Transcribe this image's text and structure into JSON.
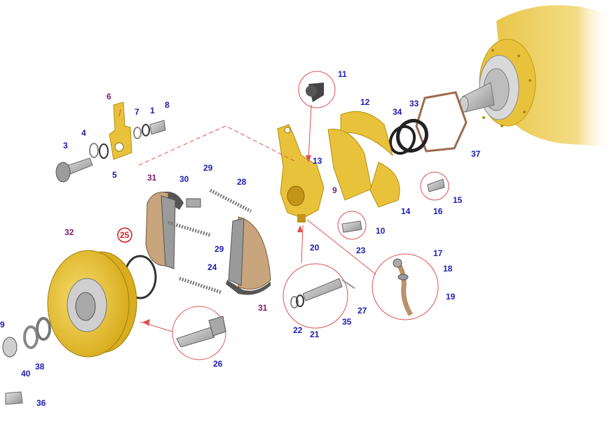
{
  "colors": {
    "callout_blue": "#1c1cb4",
    "callout_purple": "#7a1d6b",
    "leader": "#e05050",
    "part_yellow": "#e8c23a",
    "metal": "#b9b9b9",
    "lining": "#c8a57c"
  },
  "callouts": [
    {
      "id": "c1",
      "text": "1",
      "tone": "blue"
    },
    {
      "id": "c3",
      "text": "3",
      "tone": "blue"
    },
    {
      "id": "c4",
      "text": "4",
      "tone": "blue"
    },
    {
      "id": "c5",
      "text": "5",
      "tone": "blue"
    },
    {
      "id": "c6",
      "text": "6",
      "tone": "purple"
    },
    {
      "id": "c7",
      "text": "7",
      "tone": "blue"
    },
    {
      "id": "c8",
      "text": "8",
      "tone": "blue"
    },
    {
      "id": "c9",
      "text": "9",
      "tone": "purple"
    },
    {
      "id": "c9b",
      "text": "9",
      "tone": "blue"
    },
    {
      "id": "c10",
      "text": "10",
      "tone": "blue"
    },
    {
      "id": "c11",
      "text": "11",
      "tone": "blue"
    },
    {
      "id": "c12",
      "text": "12",
      "tone": "blue"
    },
    {
      "id": "c13",
      "text": "13",
      "tone": "blue"
    },
    {
      "id": "c14",
      "text": "14",
      "tone": "blue"
    },
    {
      "id": "c15",
      "text": "15",
      "tone": "blue"
    },
    {
      "id": "c16",
      "text": "16",
      "tone": "blue"
    },
    {
      "id": "c17",
      "text": "17",
      "tone": "blue"
    },
    {
      "id": "c18",
      "text": "18",
      "tone": "blue"
    },
    {
      "id": "c19",
      "text": "19",
      "tone": "blue"
    },
    {
      "id": "c20",
      "text": "20",
      "tone": "blue"
    },
    {
      "id": "c21",
      "text": "21",
      "tone": "blue"
    },
    {
      "id": "c22",
      "text": "22",
      "tone": "blue"
    },
    {
      "id": "c23",
      "text": "23",
      "tone": "blue"
    },
    {
      "id": "c24",
      "text": "24",
      "tone": "blue"
    },
    {
      "id": "c25",
      "text": "25",
      "tone": "red"
    },
    {
      "id": "c26",
      "text": "26",
      "tone": "blue"
    },
    {
      "id": "c27",
      "text": "27",
      "tone": "blue"
    },
    {
      "id": "c28",
      "text": "28",
      "tone": "blue"
    },
    {
      "id": "c29a",
      "text": "29",
      "tone": "blue"
    },
    {
      "id": "c29b",
      "text": "29",
      "tone": "blue"
    },
    {
      "id": "c30",
      "text": "30",
      "tone": "blue"
    },
    {
      "id": "c31a",
      "text": "31",
      "tone": "purple"
    },
    {
      "id": "c31b",
      "text": "31",
      "tone": "purple"
    },
    {
      "id": "c32",
      "text": "32",
      "tone": "purple"
    },
    {
      "id": "c33",
      "text": "33",
      "tone": "blue"
    },
    {
      "id": "c34",
      "text": "34",
      "tone": "blue"
    },
    {
      "id": "c35",
      "text": "35",
      "tone": "blue"
    },
    {
      "id": "c36",
      "text": "36",
      "tone": "blue"
    },
    {
      "id": "c37",
      "text": "37",
      "tone": "blue"
    },
    {
      "id": "c38",
      "text": "38",
      "tone": "blue"
    },
    {
      "id": "c40",
      "text": "40",
      "tone": "blue"
    }
  ]
}
